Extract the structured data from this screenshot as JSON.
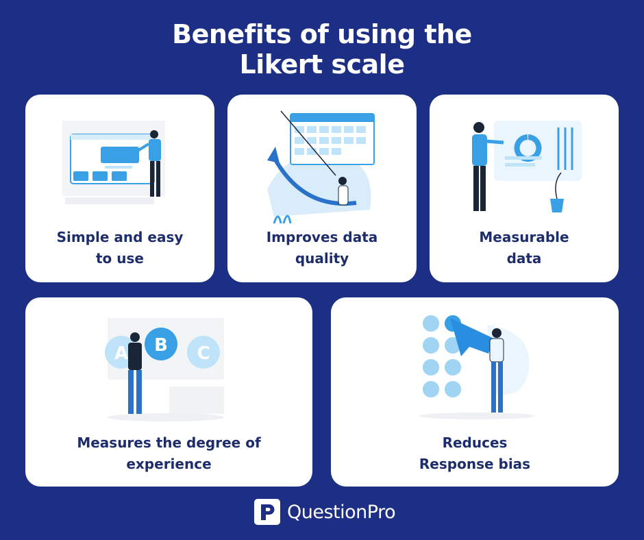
{
  "header": {
    "title_line1": "Benefits of using the",
    "title_line2": "Likert scale"
  },
  "cards": [
    {
      "line1": "Simple and easy",
      "line2": "to use"
    },
    {
      "line1": "Improves data",
      "line2": "quality"
    },
    {
      "line1": "Measurable",
      "line2": "data"
    },
    {
      "line1": "Measures the degree of",
      "line2": "experience"
    },
    {
      "line1": "Reduces",
      "line2": "Response bias"
    }
  ],
  "abc_letters": [
    "A",
    "B",
    "C"
  ],
  "icons": {
    "card1": "person-with-screen-illustration",
    "card2": "calendar-chart-illustration",
    "card3": "analytics-dashboard-illustration",
    "card4": "abc-options-illustration",
    "card5": "pointer-grid-illustration"
  },
  "brand": {
    "name": "QuestionPro",
    "mark_letter": "P"
  },
  "colors": {
    "background": "#1d2f85",
    "card": "#ffffff",
    "text": "#1d2c6b",
    "accent": "#3aa0e6",
    "accent_light": "#bfe3f8"
  }
}
